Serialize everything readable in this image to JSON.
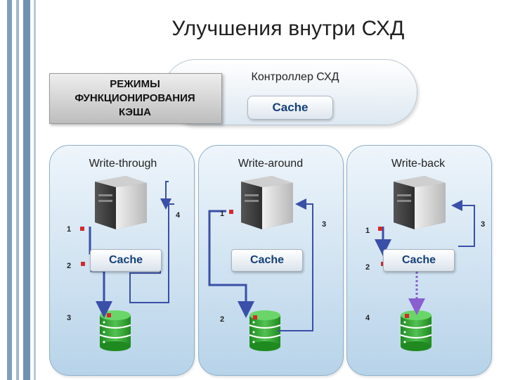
{
  "title": "Улучшения внутри СХД",
  "modes_label": "РЕЖИМЫ\nФУНКЦИОНИРОВАНИЯ\nКЭША",
  "controller": {
    "label": "Контроллер СХД",
    "cache_label": "Cache"
  },
  "panels": [
    {
      "title": "Write-through",
      "cache_label": "Cache",
      "steps": [
        "1",
        "2",
        "3",
        "4"
      ]
    },
    {
      "title": "Write-around",
      "cache_label": "Cache",
      "steps": [
        "1",
        "2",
        "3"
      ]
    },
    {
      "title": "Write-back",
      "cache_label": "Cache",
      "steps": [
        "1",
        "2",
        "3",
        "4"
      ]
    }
  ],
  "colors": {
    "arrow": "#3a4fa8",
    "marker": "#d42a2a",
    "cache_text": "#14407a",
    "db_green": "#2fa12f",
    "dashed_arrow": "#8a5fd0"
  }
}
